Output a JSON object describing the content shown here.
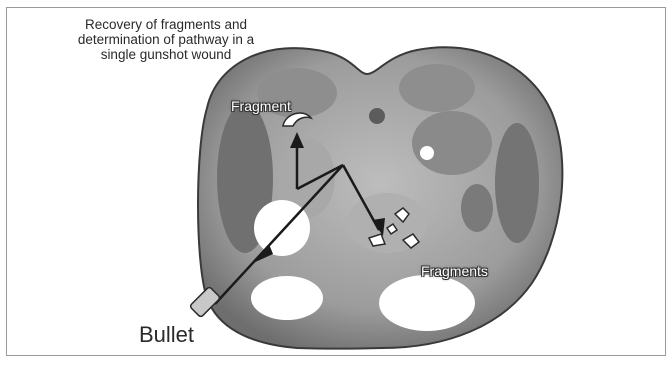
{
  "figure": {
    "caption_lines": [
      "Recovery of fragments and",
      "determination of pathway in a",
      "single gunshot wound"
    ],
    "labels": {
      "fragment": "Fragment",
      "fragments": "Fragments",
      "bullet": "Bullet"
    }
  }
}
